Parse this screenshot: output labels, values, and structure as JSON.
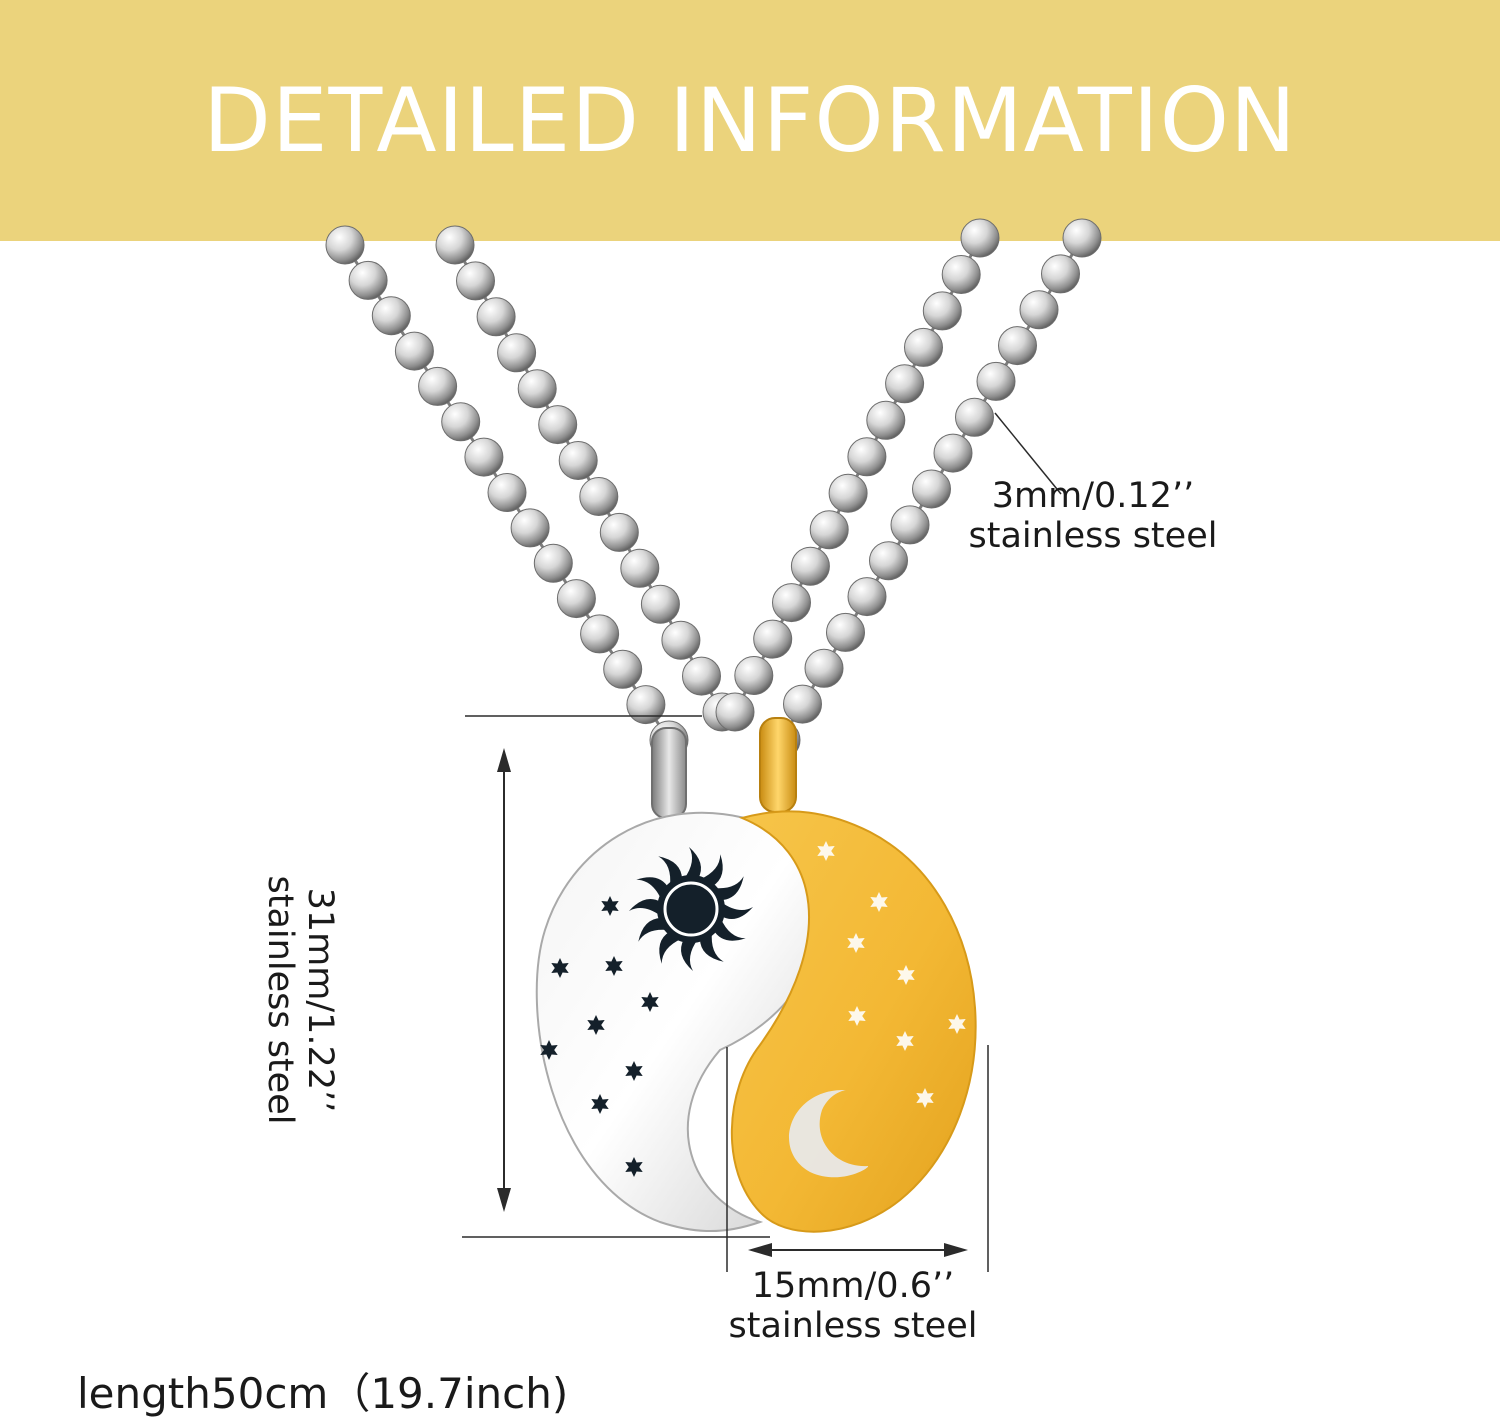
{
  "banner": {
    "title": "DETAILED INFORMATION",
    "background": "#ebd37c",
    "text_color": "#ffffff"
  },
  "dimensions": {
    "chain": {
      "size": "3mm/0.12’’",
      "material": "stainless steel"
    },
    "pendant_height": {
      "size": "31mm/1.22’’",
      "material": "stainless steel"
    },
    "pendant_width": {
      "size": "15mm/0.6’’",
      "material": "stainless steel"
    },
    "length": "length50cm（19.7inch)"
  },
  "colors": {
    "gold": "#f1b52e",
    "silver": "#e4e4e4",
    "enamel": "#14202a"
  },
  "icons": [
    "sun-icon",
    "moon-icon",
    "star-icon"
  ]
}
